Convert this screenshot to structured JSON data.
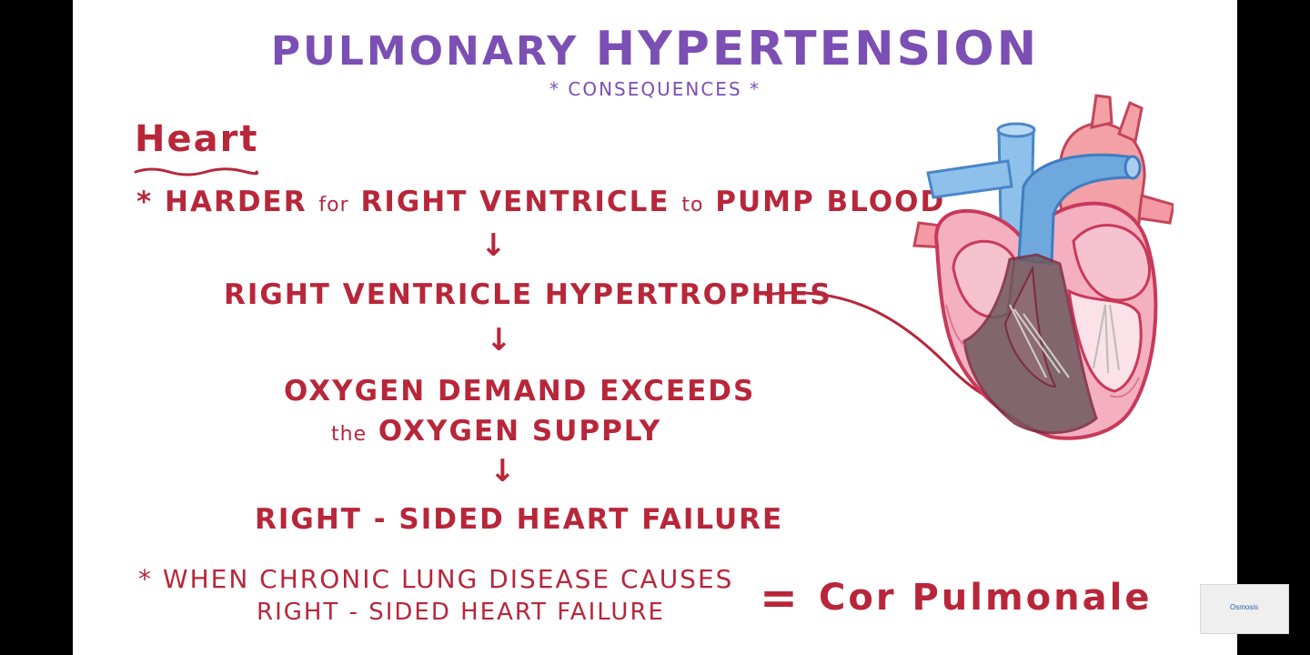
{
  "title": {
    "part1": "Pulmonary",
    "part2": "Hypertension"
  },
  "subtitle": {
    "star1": "*",
    "text": "Consequences",
    "star2": "*"
  },
  "heading": "Heart",
  "step1": {
    "star": "*",
    "a": "Harder",
    "b": "for",
    "c": "Right Ventricle",
    "d": "to",
    "e": "Pump Blood"
  },
  "step2": "Right Ventricle Hypertrophies",
  "step3": {
    "line1": "Oxygen Demand Exceeds",
    "small": "the",
    "line2": "Oxygen Supply"
  },
  "step4": "Right - Sided Heart Failure",
  "note": {
    "star": "*",
    "line1": "When Chronic Lung Disease Causes",
    "line2": "Right - Sided Heart Failure"
  },
  "equals": "=",
  "conclusion": "Cor Pulmonale",
  "arrows": [
    "↓",
    "↓",
    "↓"
  ],
  "watermark": "Osmosis",
  "colors": {
    "red": "#b8263a",
    "purple": "#7b4fb3",
    "vein_blue": "#6fa8dc",
    "heart_pink": "#f2a9b8"
  },
  "icons": {
    "heart": "heart-cross-section-illustration",
    "arrow": "arrow-down-icon"
  }
}
